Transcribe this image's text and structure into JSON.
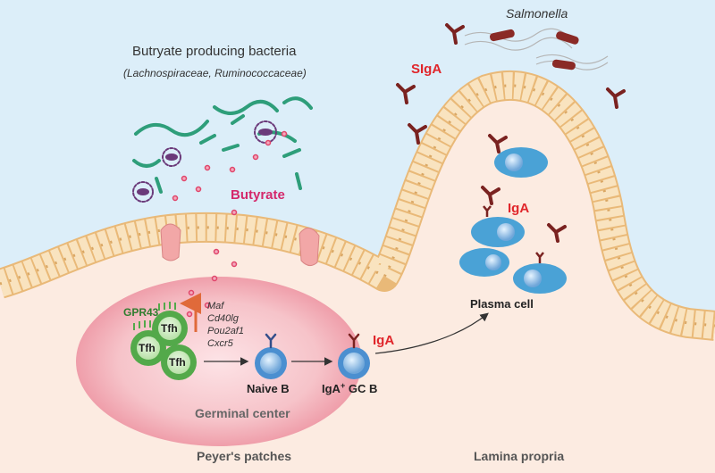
{
  "labels": {
    "bacteria_title": "Butryate producing bacteria",
    "bacteria_families": "(Lachnospiraceae, Ruminococcaceae)",
    "butyrate": "Butyrate",
    "salmonella": "Salmonella",
    "siga": "SIgA",
    "iga_lamina": "IgA",
    "iga_gc": "IgA",
    "plasma_cell": "Plasma cell",
    "gpr43": "GPR43",
    "tfh": "Tfh",
    "naive_b": "Naive B",
    "iga_gc_b_prefix": "IgA",
    "iga_gc_b_sup": "+",
    "iga_gc_b_suffix": " GC B",
    "germinal_center": "Germinal center",
    "peyers_patches": "Peyer's patches",
    "lamina_propria": "Lamina propria"
  },
  "genes": [
    "Maf",
    "Cd40lg",
    "Pou2af1",
    "Cxcr5"
  ],
  "colors": {
    "lumen": "#dceef9",
    "tissue": "#fcebe1",
    "epithelium": "#f7dcb0",
    "germinal_center": "#f2b7bf",
    "bacteria_green": "#2e9e7a",
    "bacteria_purple": "#6b3a7a",
    "butyrate_dot": "#e0456a",
    "antibody": "#7a2220",
    "tfh_ring": "#53a94a",
    "b_cell": "#4b8fd0",
    "plasma_cell": "#4aa2d6",
    "label_red": "#e0262b",
    "butyrate_label": "#d4286b"
  }
}
